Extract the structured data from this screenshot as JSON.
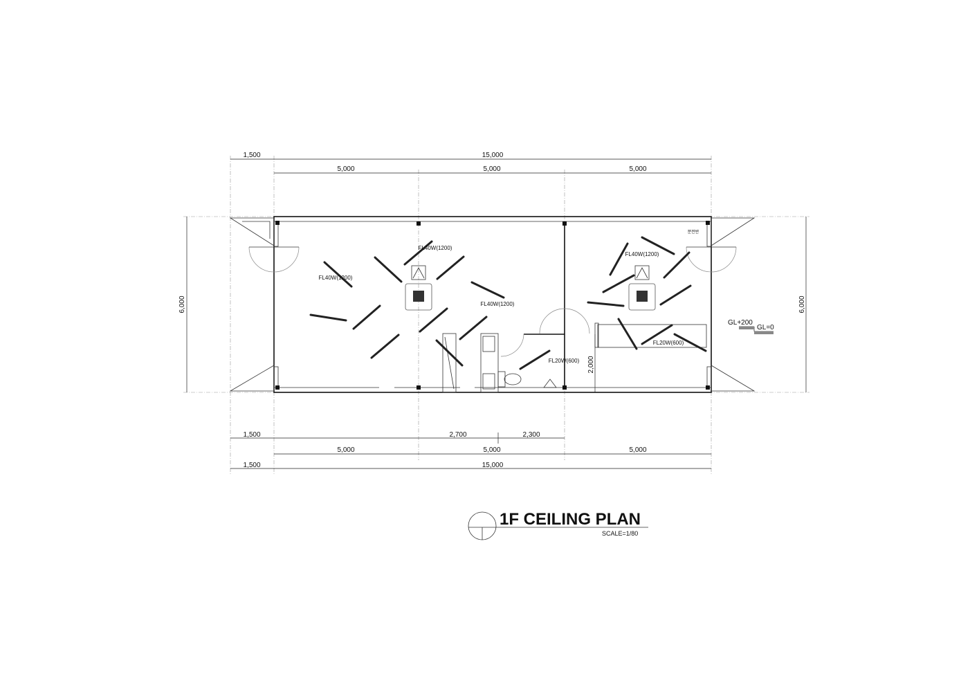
{
  "title": {
    "main": "1F CEILING PLAN",
    "scale": "SCALE=1/80"
  },
  "dimensions": {
    "top_overall": "15,000",
    "top_canopy": "1,500",
    "top_bays": [
      "5,000",
      "5,000",
      "5,000"
    ],
    "left_height": "6,000",
    "right_height": "6,000",
    "bottom_row1": [
      "1,500",
      "2,700",
      "2,300"
    ],
    "bottom_row2": [
      "5,000",
      "5,000",
      "5,000"
    ],
    "bottom_row3": [
      "1,500",
      "15,000"
    ],
    "partition_depth": "2,000"
  },
  "labels": {
    "fl40w_top": "FL40W(1200)",
    "fl40w_left": "FL40W(1200)",
    "fl40w_mid": "FL40W(1200)",
    "fl40w_right": "FL40W(1200)",
    "fl20w_toilet": "FL20W(600)",
    "fl20w_counter": "FL20W(600)",
    "panel": "분전반",
    "gl_plus": "GL+200",
    "gl_zero": "GL=0"
  }
}
